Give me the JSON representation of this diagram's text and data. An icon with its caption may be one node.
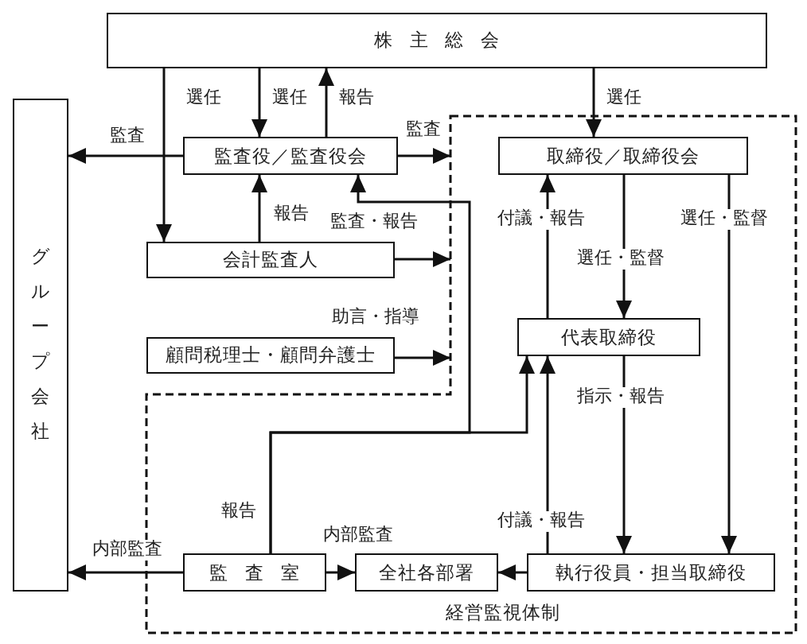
{
  "diagram": {
    "nodes": [
      {
        "text": [
          "株主総会"
        ]
      },
      {
        "text": [
          "グループ会社"
        ]
      },
      {
        "text": [
          "監査役／監査役会"
        ]
      },
      {
        "text": [
          "会計監査人"
        ]
      },
      {
        "text": [
          "顧問税理士・顧問弁護士"
        ]
      },
      {
        "text": [
          "経営監視体制"
        ]
      },
      {
        "text": [
          "取締役／取締役会"
        ],
        "in": 5
      },
      {
        "text": [
          "代表取締役"
        ],
        "in": 5
      },
      {
        "text": [
          "監査室"
        ],
        "in": 5
      },
      {
        "text": [
          "全社各部署"
        ],
        "in": 5
      },
      {
        "text": [
          "執行役員・担当取締役"
        ],
        "in": 5
      }
    ],
    "edges": [
      {
        "from": 0,
        "to": 2,
        "arrow": "to",
        "label": "選任"
      },
      {
        "from": 0,
        "to": 3,
        "arrow": "to",
        "label": "選任"
      },
      {
        "from": 2,
        "to": 0,
        "arrow": "to",
        "label": "報告"
      },
      {
        "from": 0,
        "to": 6,
        "arrow": "to",
        "label": "選任"
      },
      {
        "from": 2,
        "to": 1,
        "arrow": "to",
        "label": "監査"
      },
      {
        "from": 2,
        "to": 5,
        "arrow": "to",
        "label": "監査"
      },
      {
        "from": 3,
        "to": 2,
        "arrow": "to",
        "label": "報告"
      },
      {
        "from": 3,
        "to": 5,
        "arrow": "to"
      },
      {
        "from": 4,
        "to": 5,
        "arrow": "to",
        "label": "助言・指導"
      },
      {
        "from": 8,
        "to": 2,
        "arrow": "to",
        "label": "監査・報告"
      },
      {
        "from": 8,
        "to": 7,
        "arrow": "to",
        "label": "報告"
      },
      {
        "from": 6,
        "to": 7,
        "arrow": "to",
        "label": "選任・監督"
      },
      {
        "from": 7,
        "to": 6,
        "arrow": "to",
        "label": "付議・報告"
      },
      {
        "from": 6,
        "to": 10,
        "arrow": "to",
        "label": "選任・監督"
      },
      {
        "from": 7,
        "to": 10,
        "arrow": "to",
        "label": "指示・報告"
      },
      {
        "from": 10,
        "to": 7,
        "arrow": "to",
        "label": "付議・報告"
      },
      {
        "from": 8,
        "to": 1,
        "arrow": "to",
        "label": "内部監査"
      },
      {
        "from": 8,
        "to": 9,
        "arrow": "to",
        "label": "内部監査"
      },
      {
        "from": 10,
        "to": 9,
        "arrow": "to"
      }
    ]
  }
}
